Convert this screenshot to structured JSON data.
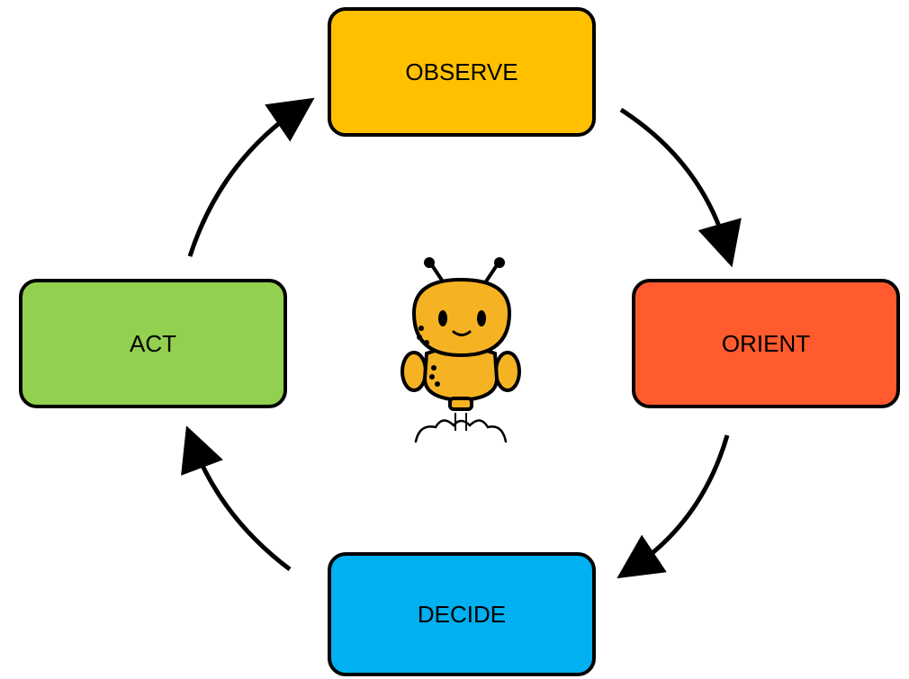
{
  "diagram": {
    "steps": [
      {
        "id": "observe",
        "label": "OBSERVE",
        "color": "#FFC000"
      },
      {
        "id": "orient",
        "label": "ORIENT",
        "color": "#FF5B2E"
      },
      {
        "id": "decide",
        "label": "DECIDE",
        "color": "#00B0F0"
      },
      {
        "id": "act",
        "label": "ACT",
        "color": "#92D050"
      }
    ],
    "flow": [
      "observe",
      "orient",
      "decide",
      "act",
      "observe"
    ],
    "center_icon": "robot-mascot-icon",
    "arrow_color": "#000000",
    "mascot_color": "#F5B324"
  }
}
